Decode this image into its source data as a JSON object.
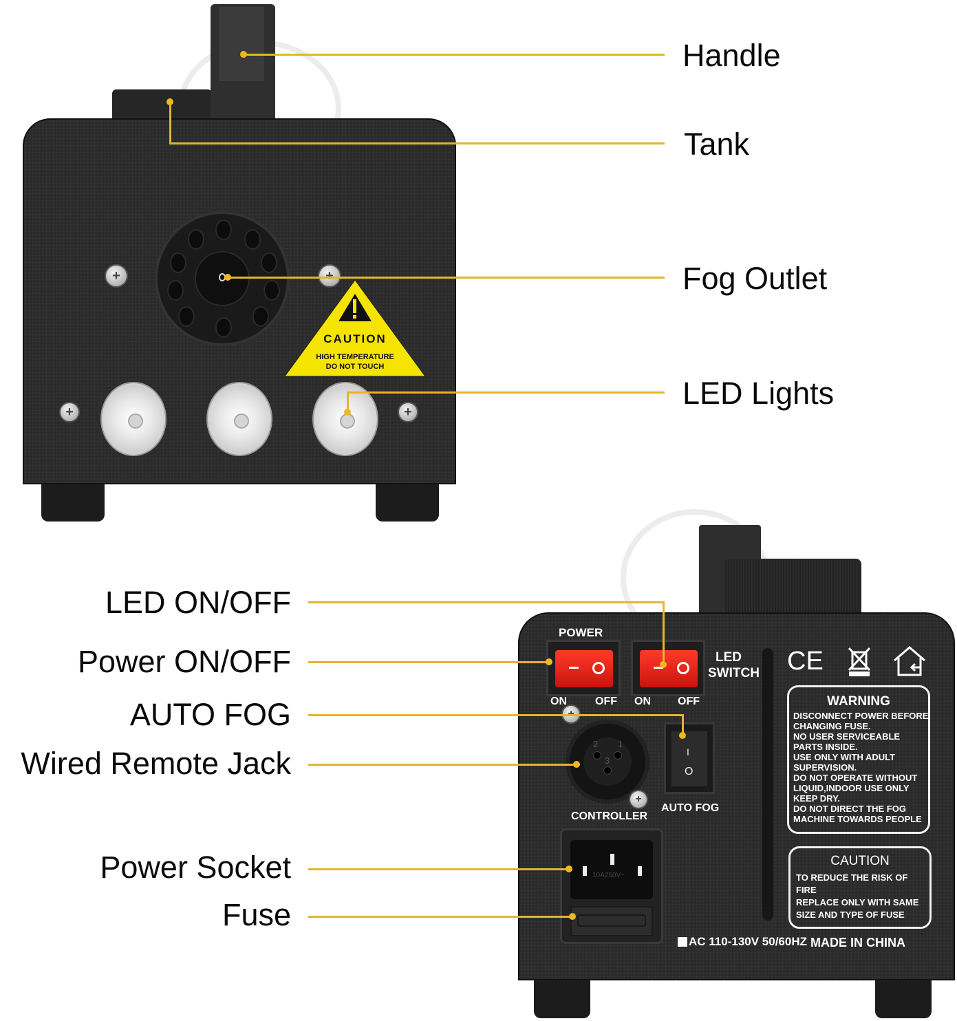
{
  "figure": {
    "subject": "Fog machine product diagram",
    "line_color": "#e3b52c",
    "dot_color": "#f0b81e",
    "body_color": "#2b2b2b"
  },
  "front_view": {
    "callouts": [
      {
        "id": "handle",
        "label": "Handle"
      },
      {
        "id": "tank",
        "label": "Tank"
      },
      {
        "id": "fog-outlet",
        "label": "Fog Outlet"
      },
      {
        "id": "led-lights",
        "label": "LED Lights"
      }
    ],
    "caution_sticker": {
      "icon": "warning-triangle-icon",
      "title": "CAUTION",
      "line1": "HIGH TEMPERATURE",
      "line2": "DO NOT TOUCH",
      "color": "#f5e400"
    }
  },
  "back_view": {
    "callouts": [
      {
        "id": "led-on-off",
        "label": "LED ON/OFF"
      },
      {
        "id": "power-on-off",
        "label": "Power ON/OFF"
      },
      {
        "id": "auto-fog",
        "label": "AUTO FOG"
      },
      {
        "id": "wired-remote-jack",
        "label": "Wired Remote Jack"
      },
      {
        "id": "power-socket",
        "label": "Power Socket"
      },
      {
        "id": "fuse",
        "label": "Fuse"
      }
    ],
    "panel": {
      "power_label": "POWER",
      "on": "ON",
      "off": "OFF",
      "led_switch_line1": "LED",
      "led_switch_line2": "SWITCH",
      "controller": "CONTROLLER",
      "auto_fog": "AUTO FOG",
      "xlr_pins": [
        "2",
        "1",
        "3"
      ],
      "switch_on_symbol": "I",
      "switch_off_symbol": "O",
      "socket_rating": "10A250V~",
      "voltage": "AC 110-130V 50/60HZ",
      "made_in": "MADE IN CHINA",
      "cert_icons": [
        "ce-mark-icon",
        "weee-bin-icon",
        "indoor-use-icon"
      ],
      "ce_text": "CE"
    },
    "warning_box": {
      "title": "WARNING",
      "lines": [
        "DISCONNECT POWER BEFORE",
        "CHANGING FUSE.",
        "NO USER SERVICEABLE",
        "PARTS INSIDE.",
        "USE ONLY  WITH  ADULT",
        "SUPERVISION.",
        "DO NOT OPERATE WITHOUT",
        "LIQUID,INDOOR  USE ONLY",
        "KEEP DRY.",
        "DO NOT DIRECT THE FOG",
        "MACHINE TOWARDS PEOPLE"
      ]
    },
    "caution_box": {
      "title": "CAUTION",
      "lines": [
        "TO REDUCE THE RISK OF",
        "FIRE",
        "REPLACE ONLY WITH  SAME",
        "SIZE AND TYPE OF FUSE"
      ]
    }
  }
}
